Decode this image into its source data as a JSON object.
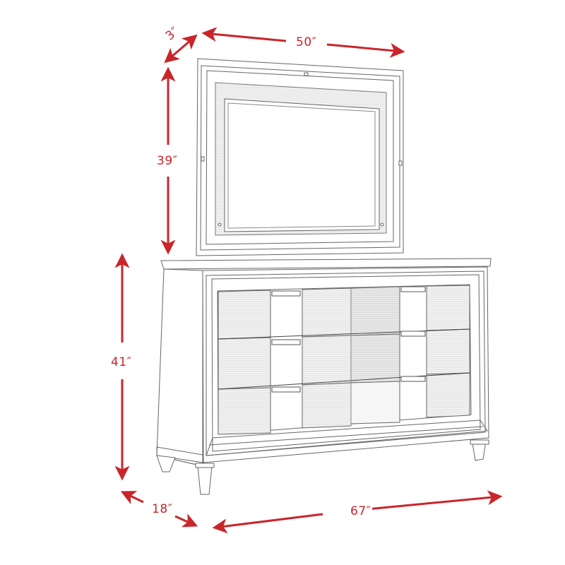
{
  "diagram": {
    "subject": "Dresser and mirror dimension drawing",
    "accent_color": "#c8262b",
    "line_color": "#555555",
    "dimensions": {
      "mirror_depth": "3″",
      "mirror_width": "50″",
      "mirror_height": "39″",
      "dresser_height": "41″",
      "dresser_depth": "18″",
      "dresser_width": "67″"
    },
    "dresser": {
      "drawer_rows": 3,
      "drawer_columns": 2,
      "handles": 6
    }
  }
}
